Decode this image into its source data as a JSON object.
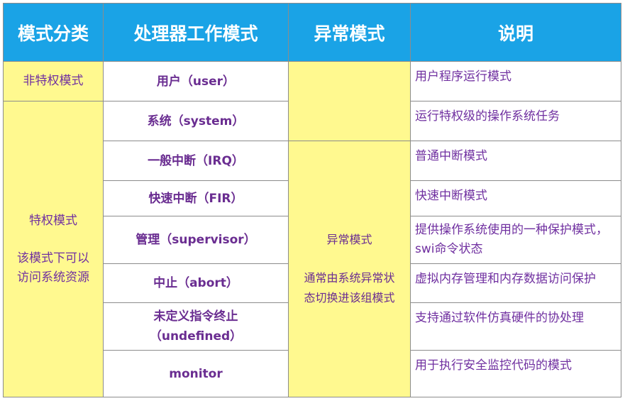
{
  "headers": [
    "模式分类",
    "处理器工作模式",
    "异常模式",
    "说明"
  ],
  "categories": {
    "non_privileged": "非特权模式",
    "privileged_title": "特权模式",
    "privileged_note_1": "该模式下可以",
    "privileged_note_2": "访问系统资源"
  },
  "exception": {
    "title": "异常模式",
    "note_1": "通常由系统异常状",
    "note_2": "态切换进该组模式"
  },
  "modes": [
    "用户（user）",
    "系统（system）",
    "一般中断（IRQ）",
    "快速中断（FIR）",
    "管理（supervisor）",
    "中止（abort）",
    "未定义指令终止",
    "（undefined）",
    "monitor"
  ],
  "descriptions": [
    "用户程序运行模式",
    "运行特权级的操作系统任务",
    "普通中断模式",
    "快速中断模式",
    "提供操作系统使用的一种保护模式，swi命令状态",
    "虚拟内存管理和内存数据访问保护",
    "支持通过软件仿真硬件的协处理",
    "用于执行安全监控代码的模式"
  ],
  "colors": {
    "header_bg": "#1aa3e6",
    "header_text": "#ffffff",
    "highlight_bg": "#fff98f",
    "text": "#7030a0",
    "border": "#8c8c8c"
  }
}
